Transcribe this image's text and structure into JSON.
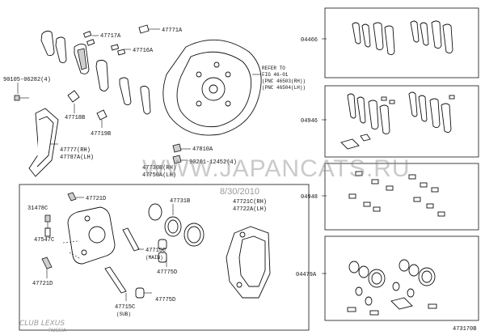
{
  "labels": {
    "p47717A": "47717A",
    "p47771A": "47771A",
    "p47716A": "47716A",
    "p90105": "90105-06282(4)",
    "refer1": "REFER TO",
    "refer2": "FIG 46-01",
    "refer3": "(PNC 46503(RH))",
    "refer4": "(PNC 46504(LH))",
    "p47718B": "47718B",
    "p47719B": "47719B",
    "p47777": "47777(RH)",
    "p47787A": "47787A(LH)",
    "p47810A": "47810A",
    "p90201": "90201-12452(4)",
    "p47730B": "47730B(RH)",
    "p47750A": "47750A(LH)",
    "p47721D_a": "47721D",
    "p31478C": "31478C",
    "p47547C": "47547C",
    "p47731B": "47731B",
    "p47721C": "47721C(RH)",
    "p47722A": "47722A(LH)",
    "p47715C_a": "47715C",
    "main": "(MAIN)",
    "p47775D_a": "47775D",
    "p47721D_b": "47721D",
    "p47715C_b": "47715C",
    "sub": "(SUB)",
    "p47775D_b": "47775D",
    "p04466": "04466",
    "p04946": "04946",
    "p04948": "04948",
    "p04479A": "04479A",
    "fig_no": "473170B"
  },
  "overlay": {
    "watermark": "WWW.JAPANCATS.RU",
    "date": "8/30/2010",
    "logo": "CLUB LEXUS",
    "logo_sub": "RUSSIA"
  }
}
